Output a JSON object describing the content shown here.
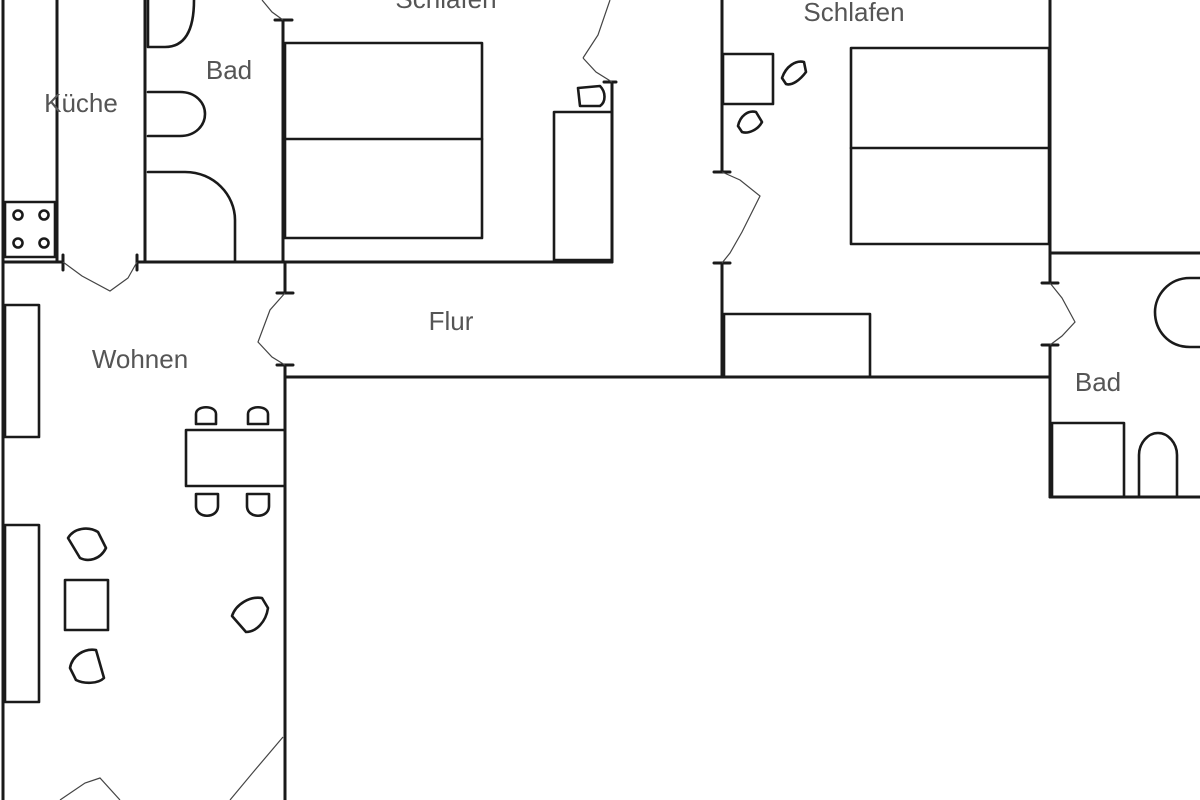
{
  "room_labels": {
    "kitchen": "Küche",
    "bath_left": "Bad",
    "bedroom_left": "Schlafen",
    "bedroom_right": "Schlafen",
    "hallway": "Flur",
    "living": "Wohnen",
    "bath_right": "Bad"
  },
  "colors": {
    "line": "#1a1a1a",
    "label": "#555555",
    "background": "#ffffff"
  }
}
